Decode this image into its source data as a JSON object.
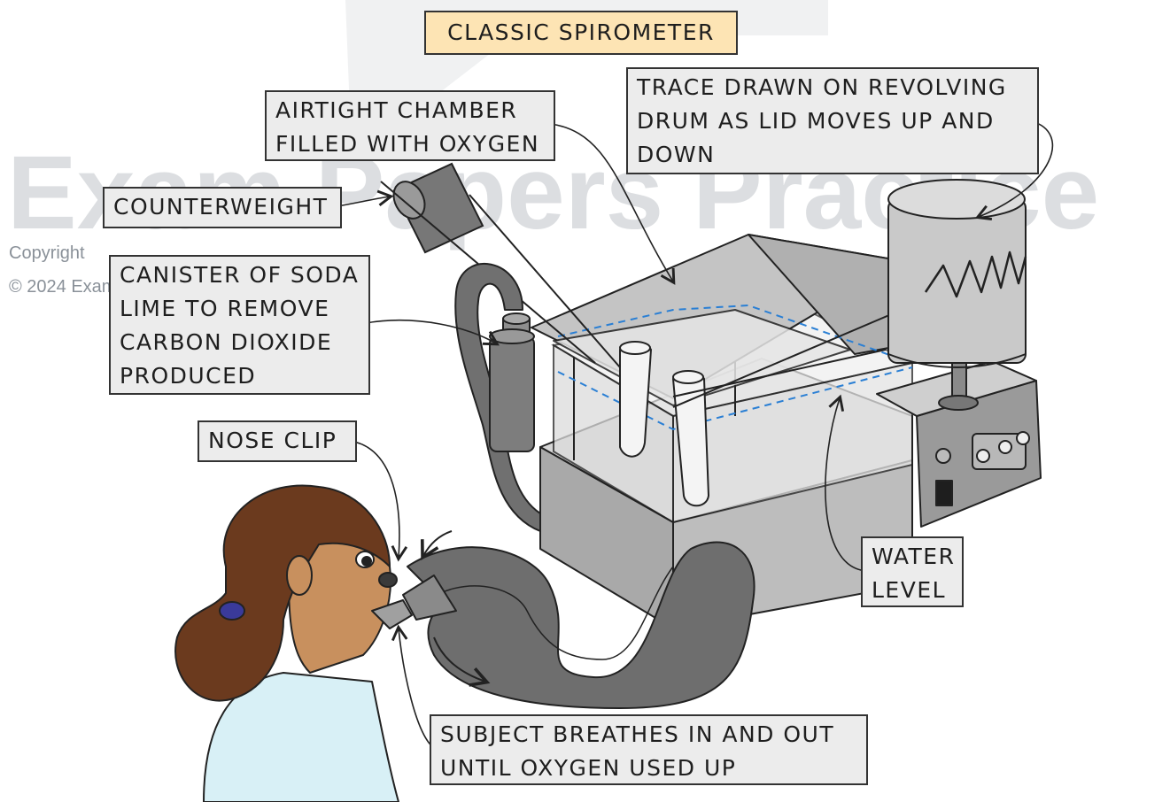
{
  "title": "CLASSIC SPIROMETER",
  "watermark": {
    "brand": "Exam Papers Practice",
    "copyright": "Copyright",
    "copyright_line": "© 2024 Exam Papers Practice"
  },
  "labels": {
    "airtight": [
      "AIRTIGHT CHAMBER",
      "FILLED WITH OXYGEN"
    ],
    "trace": [
      "TRACE DRAWN ON REVOLVING",
      "DRUM AS LID MOVES UP AND",
      "DOWN"
    ],
    "counterweight": [
      "COUNTERWEIGHT"
    ],
    "canister": [
      "CANISTER OF SODA",
      "LIME TO REMOVE",
      "CARBON DIOXIDE",
      "PRODUCED"
    ],
    "nose_clip": [
      "NOSE CLIP"
    ],
    "water_level": [
      "WATER",
      "LEVEL"
    ],
    "subject": [
      "SUBJECT BREATHES IN AND OUT",
      "UNTIL OXYGEN USED UP"
    ]
  },
  "colors": {
    "title_bg": "#fde4b4",
    "label_bg": "#ececec",
    "water_line": "#2a7fd4",
    "tube": "#6e6e6e",
    "skin": "#c8905e",
    "hair": "#6b3a1e",
    "shirt": "#d8f0f6"
  }
}
